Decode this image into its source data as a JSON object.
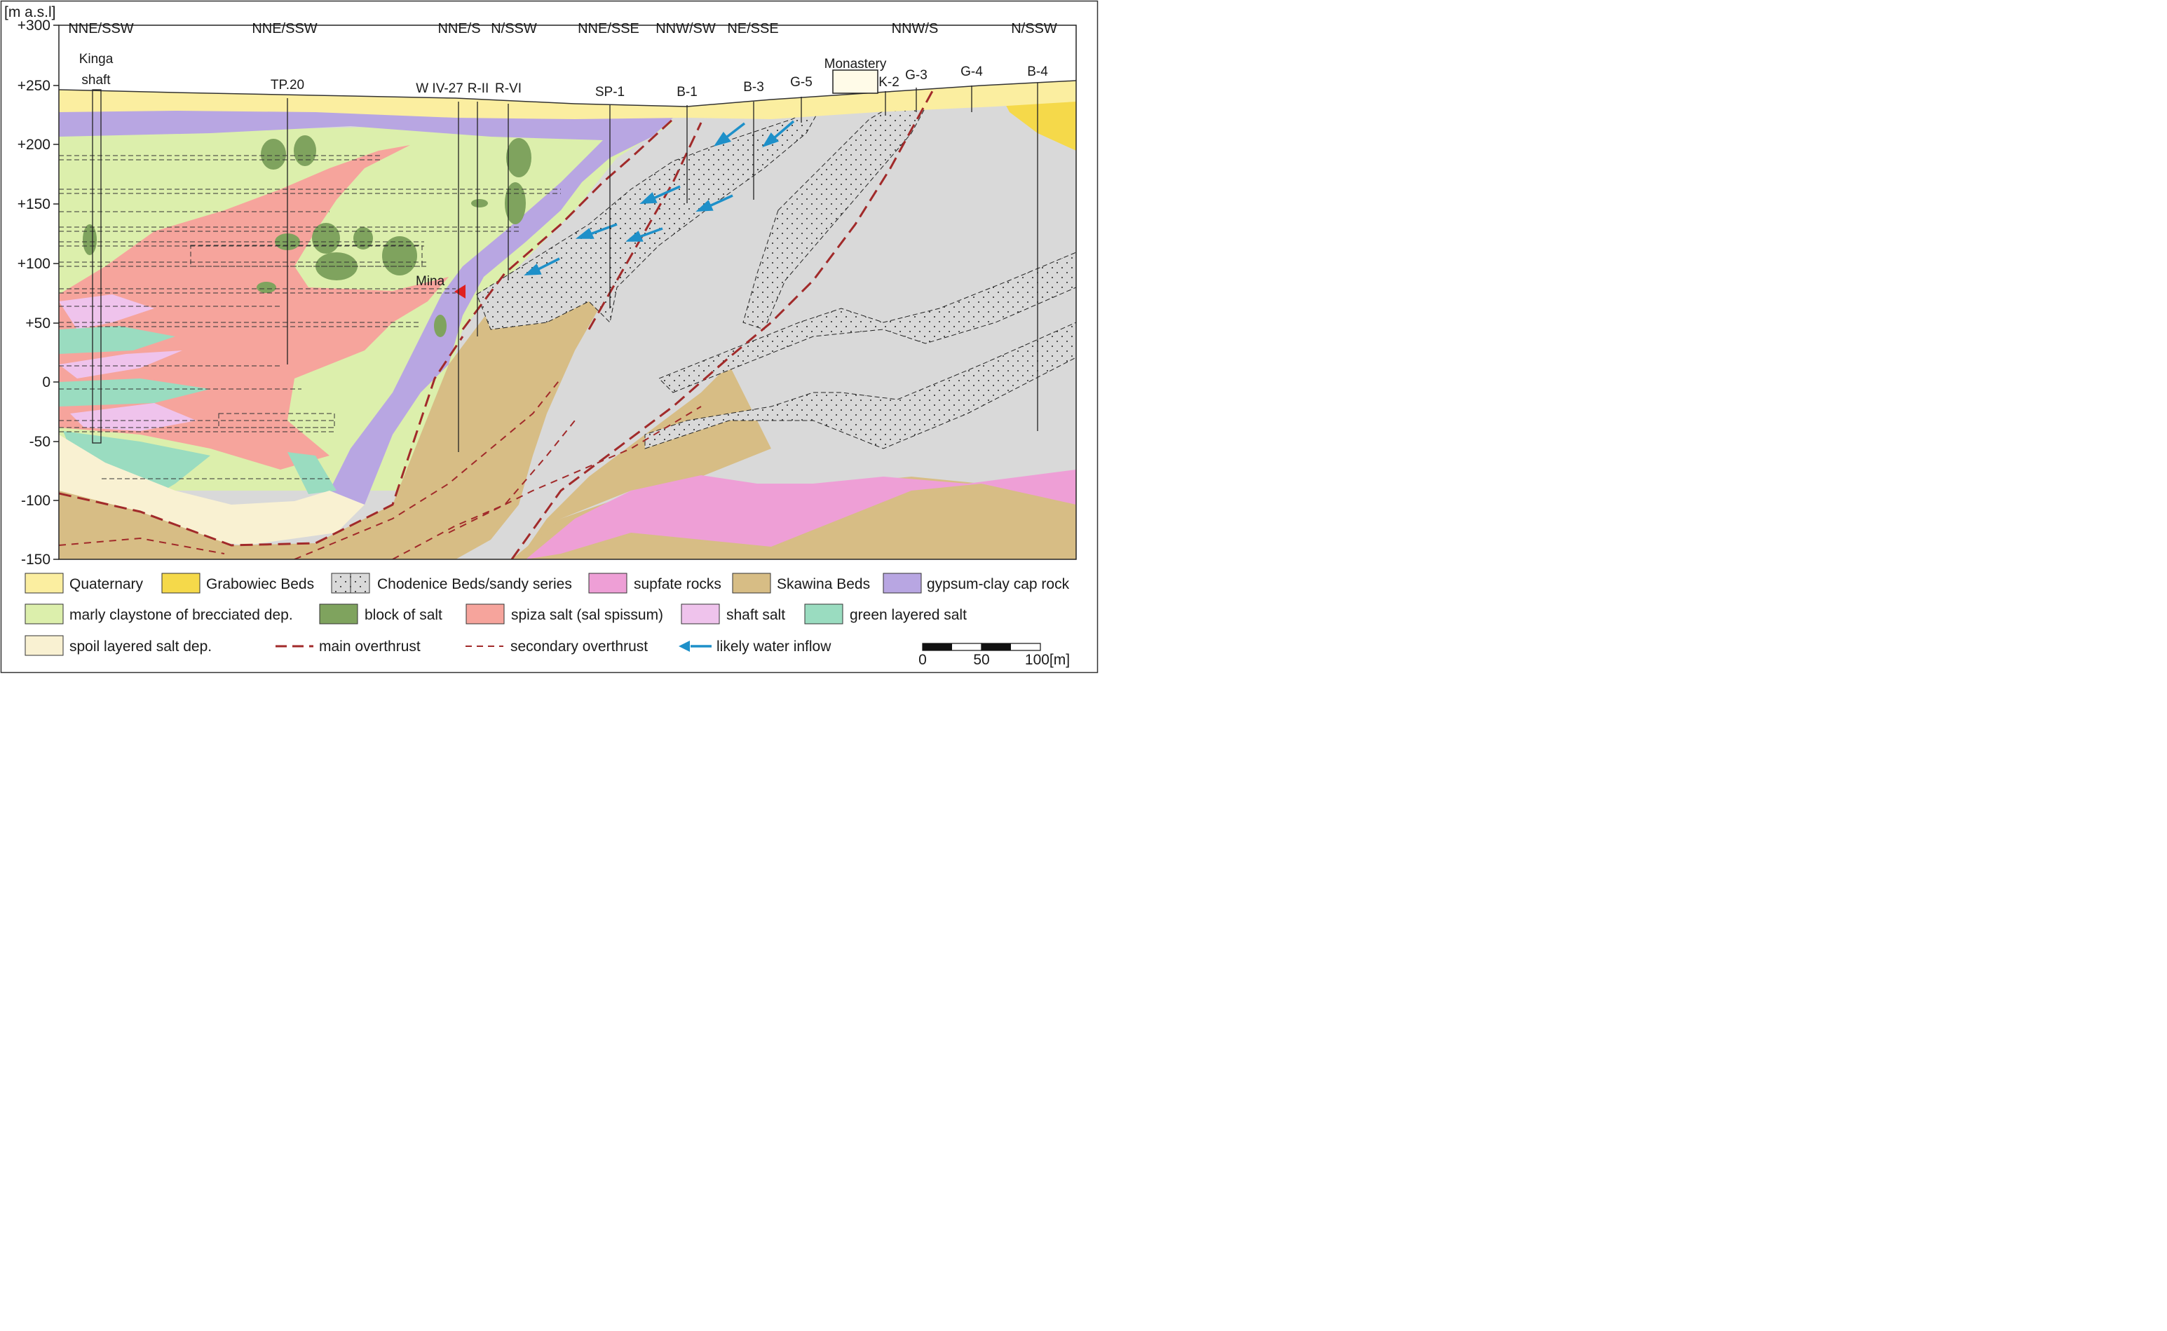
{
  "y_axis": {
    "unit": "[m a.s.l]",
    "ticks": [
      "+300",
      "+250",
      "+200",
      "+150",
      "+100",
      "+50",
      "0",
      "-50",
      "-100",
      "-150"
    ]
  },
  "directions": [
    "NNE/SSW",
    "NNE/SSW",
    "NNE/S",
    "N/SSW",
    "NNE/SSE",
    "NNW/SW",
    "NE/SSE",
    "NNW/S",
    "N/SSW"
  ],
  "boreholes": [
    "Kinga",
    "shaft",
    "TP.20",
    "W IV-27",
    "R-II",
    "R-VI",
    "SP-1",
    "B-1",
    "B-3",
    "G-5",
    "Monastery",
    "K-2",
    "G-3",
    "G-4",
    "B-4"
  ],
  "mina_label": "Mina",
  "colors": {
    "quaternary": "#fbeea0",
    "grabowiec": "#f5d94a",
    "chodenice": "#d9d9d9",
    "sulfate": "#ee9fd6",
    "skawina": "#d7bd85",
    "gypsum": "#b8a6e2",
    "marly": "#dcefac",
    "block_salt": "#7fa35e",
    "spiza": "#f6a49c",
    "shaft_salt": "#efc3ec",
    "green_salt": "#9adcc0",
    "spoil": "#f9f1d2",
    "overthrust": "#a12a2a",
    "water": "#1e90c9"
  },
  "legend": [
    {
      "label": "Quaternary",
      "swatch": "quaternary"
    },
    {
      "label": "Grabowiec Beds",
      "swatch": "grabowiec"
    },
    {
      "label": "Chodenice Beds/sandy series",
      "swatch": "chodenice"
    },
    {
      "label": "supfate rocks",
      "swatch": "sulfate"
    },
    {
      "label": "Skawina Beds",
      "swatch": "skawina"
    },
    {
      "label": "gypsum-clay cap rock",
      "swatch": "gypsum"
    },
    {
      "label": "marly claystone of brecciated dep.",
      "swatch": "marly"
    },
    {
      "label": "block of salt",
      "swatch": "block_salt"
    },
    {
      "label": "spiza salt (sal spissum)",
      "swatch": "spiza"
    },
    {
      "label": "shaft salt",
      "swatch": "shaft_salt"
    },
    {
      "label": "green layered salt",
      "swatch": "green_salt"
    },
    {
      "label": "spoil layered salt dep.",
      "swatch": "spoil"
    },
    {
      "label": "main overthrust",
      "swatch": "main-line"
    },
    {
      "label": "secondary overthrust",
      "swatch": "secondary-line"
    },
    {
      "label": "likely water inflow",
      "swatch": "arrow"
    }
  ],
  "scale_bar": {
    "labels": [
      "0",
      "50",
      "100[m]"
    ]
  }
}
